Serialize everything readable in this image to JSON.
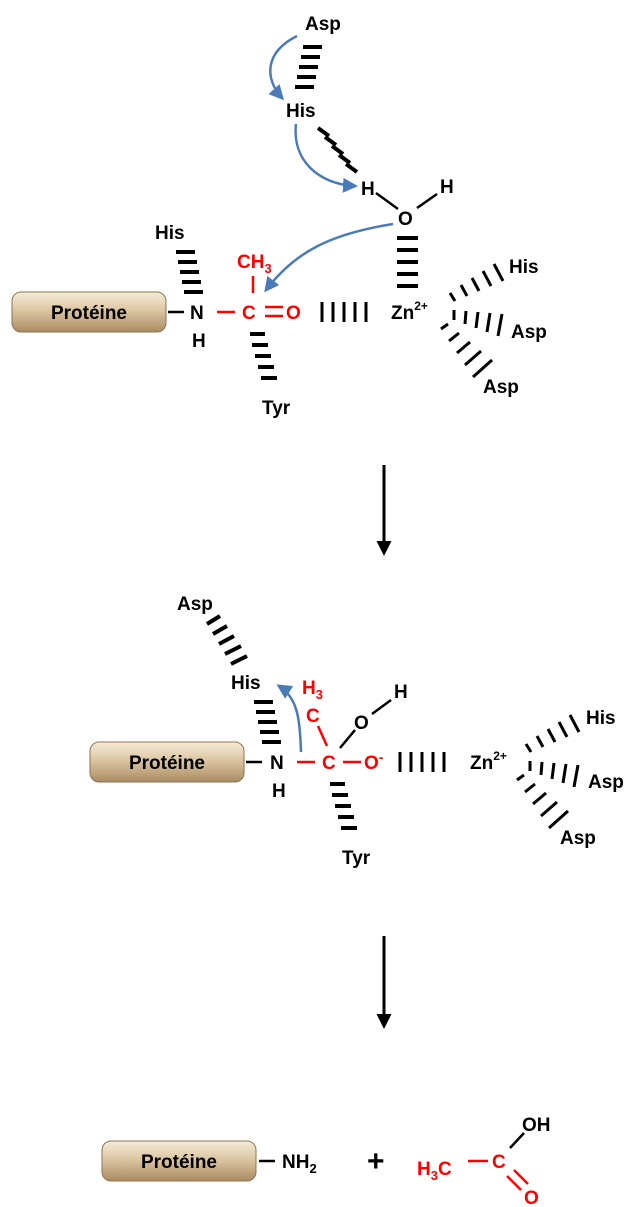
{
  "colors": {
    "black": "#000000",
    "red": "#ff0000",
    "arrow_blue": "#4a7bb7",
    "pill_light": "#f3e6cf",
    "pill_dark": "#a98b62"
  },
  "labels": {
    "protein": "Protéine",
    "his": "His",
    "asp": "Asp",
    "tyr": "Tyr",
    "zn": "Zn",
    "zn_charge": "2+",
    "n": "N",
    "h": "H",
    "o": "O",
    "o_minus": "-",
    "c": "C",
    "ch": "CH",
    "sub3": "3",
    "sub2": "2",
    "nh": "NH",
    "oh": "OH",
    "plus": "+"
  }
}
